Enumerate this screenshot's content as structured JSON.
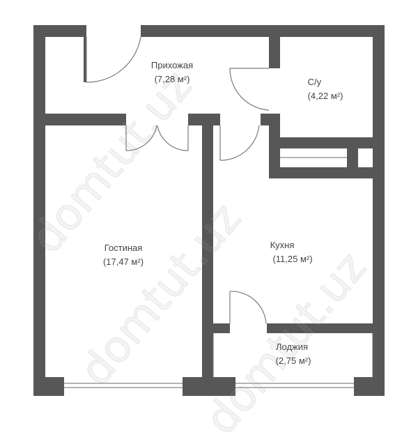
{
  "colors": {
    "wall": "#575757",
    "door_line": "#7a7a7a",
    "window_line": "#6a6a6a",
    "label": "#444444",
    "background": "#ffffff"
  },
  "rooms": {
    "hallway": {
      "name": "Прихожая",
      "area": "(7,28 м²)"
    },
    "bathroom": {
      "name": "С/у",
      "area": "(4,22 м²)"
    },
    "living": {
      "name": "Гостиная",
      "area": "(17,47 м²)"
    },
    "kitchen": {
      "name": "Кухня",
      "area": "(11,25 м²)"
    },
    "loggia": {
      "name": "Лоджия",
      "area": "(2,75 м²)"
    }
  },
  "watermark": {
    "text": "domtut.uz"
  }
}
